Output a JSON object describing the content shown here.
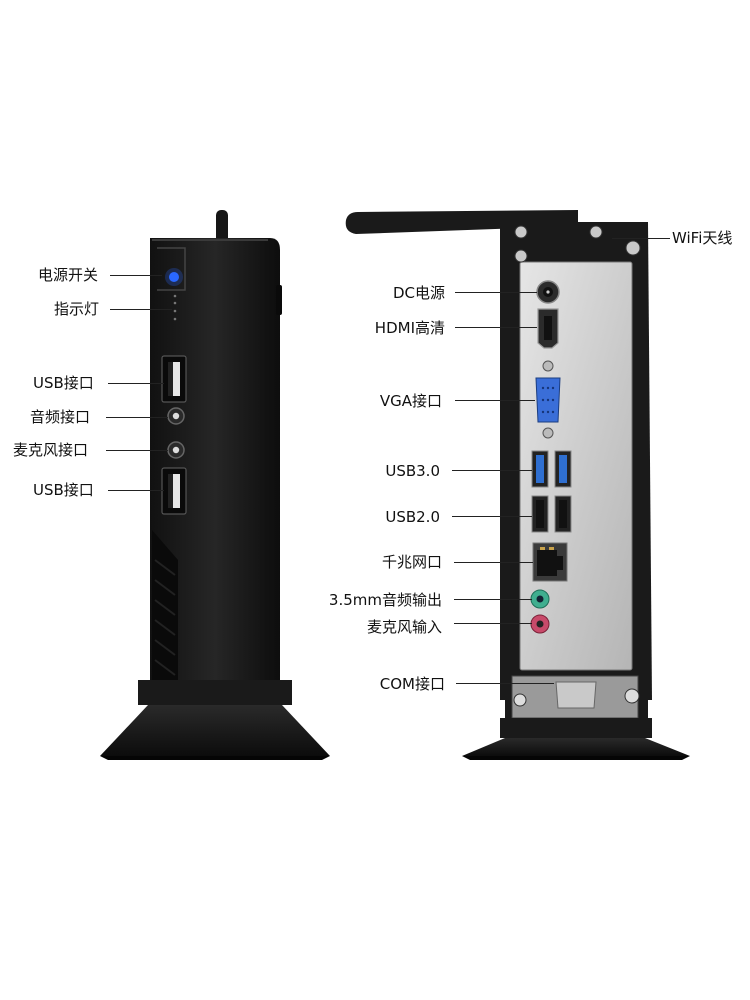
{
  "front_labels": {
    "power_switch": "电源开关",
    "indicator": "指示灯",
    "usb_top": "USB接口",
    "audio": "音频接口",
    "mic": "麦克风接口",
    "usb_bottom": "USB接口"
  },
  "rear_labels": {
    "wifi": "WiFi天线",
    "dc": "DC电源",
    "hdmi": "HDMI高清",
    "vga": "VGA接口",
    "usb3": "USB3.0",
    "usb2": "USB2.0",
    "lan": "千兆网口",
    "audio_out": "3.5mm音频输出",
    "mic_in": "麦克风输入",
    "com": "COM接口"
  },
  "colors": {
    "case": "#1c1c1c",
    "panel": "#cfcfcf",
    "usb3_blue": "#2f6fd0",
    "vga_blue": "#3a6ed8",
    "audio_green": "#3fae8f",
    "mic_pink": "#c84a6a",
    "power_led": "#2a68ff"
  }
}
